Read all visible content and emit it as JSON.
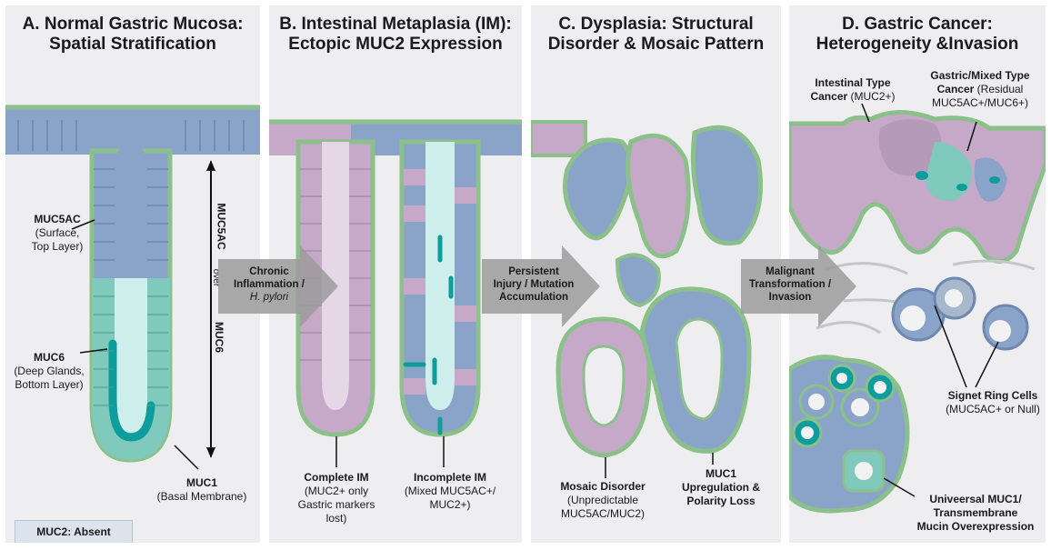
{
  "colors": {
    "muc5ac": "#8aa3c8",
    "muc6": "#7fc9bd",
    "muc2": "#c6a9c9",
    "membrane": "#8cc08a",
    "lumen": "#cdeeea",
    "dark_teal": "#0f9c9c",
    "panel_bg": "#eeedf0",
    "arrow": "#9b9b9b"
  },
  "panels": [
    {
      "title_line1": "A. Normal Gastric Mucosa:",
      "title_line2": "Spatial Stratification"
    },
    {
      "title_line1": "B. Intestinal Metaplasia (IM):",
      "title_line2": "Ectopic MUC2 Expression"
    },
    {
      "title_line1": "C. Dysplasia: Structural",
      "title_line2": "Disorder & Mosaic Pattern"
    },
    {
      "title_line1": "D. Gastric Cancer:",
      "title_line2": "Heterogeneity &Invasion"
    }
  ],
  "panel_a": {
    "muc5ac_label": "MUC5AC",
    "muc5ac_note1": "(Surface,",
    "muc5ac_note2": "Top Layer)",
    "muc6_label": "MUC6",
    "muc6_note1": "(Deep Glands,",
    "muc6_note2": "Bottom Layer)",
    "muc1_label": "MUC1",
    "muc1_note": "(Basal Membrane)",
    "axis_top": "MUC5AC",
    "axis_mid": "over",
    "axis_bottom": "MUC6",
    "legend": "MUC2: Absent"
  },
  "panel_b": {
    "complete_label": "Complete IM",
    "complete_note1": "(MUC2+ only",
    "complete_note2": "Gastric markers",
    "complete_note3": "lost)",
    "incomplete_label": "Incomplete IM",
    "incomplete_note1": "(Mixed MUC5AC+/",
    "incomplete_note2": "MUC2+)"
  },
  "panel_c": {
    "mosaic_label": "Mosaic Disorder",
    "mosaic_note1": "(Unpredictable",
    "mosaic_note2": "MUC5AC/MUC2)",
    "muc1_label1": "MUC1",
    "muc1_label2": "Upregulation &",
    "muc1_label3": "Polarity Loss"
  },
  "panel_d": {
    "intestinal_label1": "Intestinal Type",
    "intestinal_label2": "Cancer",
    "intestinal_note": "(MUC2+)",
    "gastric_label1": "Gastric/Mixed Type",
    "gastric_label2": "Cancer",
    "gastric_note1": "(Residual",
    "gastric_note2": "MUC5AC+/MUC6+)",
    "signet_label": "Signet Ring Cells",
    "signet_note": "(MUC5AC+ or Null)",
    "muc1_label1": "Univeersal MUC1/",
    "muc1_label2": "Transmembrane",
    "muc1_label3": "Mucin Overexpression"
  },
  "arrows": [
    {
      "line1": "Chronic",
      "line2": "Inflammation /",
      "line3": "H. pylori"
    },
    {
      "line1": "Persistent",
      "line2": "Injury / Mutation",
      "line3": "Accumulation"
    },
    {
      "line1": "Malignant",
      "line2": "Transformation /",
      "line3": "Invasion"
    }
  ]
}
